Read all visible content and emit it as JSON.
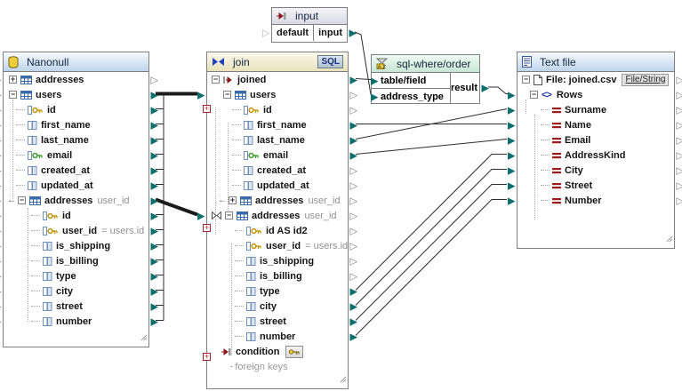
{
  "canvas": {
    "background": "#ffffff"
  },
  "colors": {
    "connector_connected": "#0d6e6e",
    "connector_free": "#7a7a7a",
    "line": "#2e2e2e",
    "header_database": "#bed5ec",
    "header_join": "#e9e3ba",
    "header_input": "#d8dae6",
    "header_sqlwhere": "#c7e8d5",
    "equals_icon": "#9b1b1b",
    "add_badge": "#a52424"
  },
  "input_component": {
    "title": "input",
    "default_label": "default",
    "output_label": "input"
  },
  "nanonull": {
    "title": "Nanonull",
    "rows": [
      {
        "label": "addresses"
      },
      {
        "label": "users"
      },
      {
        "label": "id"
      },
      {
        "label": "first_name"
      },
      {
        "label": "last_name"
      },
      {
        "label": "email"
      },
      {
        "label": "created_at"
      },
      {
        "label": "updated_at"
      },
      {
        "label": "addresses",
        "note": "user_id"
      },
      {
        "label": "id"
      },
      {
        "label": "user_id",
        "note": "= users.id"
      },
      {
        "label": "is_shipping"
      },
      {
        "label": "is_billing"
      },
      {
        "label": "type"
      },
      {
        "label": "city"
      },
      {
        "label": "street"
      },
      {
        "label": "number"
      }
    ]
  },
  "join": {
    "title": "join",
    "sql_badge": "SQL",
    "rows": [
      {
        "label": "joined"
      },
      {
        "label": "users"
      },
      {
        "label": "id"
      },
      {
        "label": "first_name"
      },
      {
        "label": "last_name"
      },
      {
        "label": "email"
      },
      {
        "label": "created_at"
      },
      {
        "label": "updated_at"
      },
      {
        "label": "addresses",
        "note": "user_id"
      },
      {
        "label": "addresses",
        "note": "user_id"
      },
      {
        "label": "id AS id2"
      },
      {
        "label": "user_id",
        "note": "= users.id"
      },
      {
        "label": "is_shipping"
      },
      {
        "label": "is_billing"
      },
      {
        "label": "type"
      },
      {
        "label": "city"
      },
      {
        "label": "street"
      },
      {
        "label": "number"
      },
      {
        "label": "condition"
      },
      {
        "label": "foreign keys"
      }
    ]
  },
  "sqlwhere": {
    "title": "sql-where/order",
    "input1": "table/field",
    "input2": "address_type",
    "output": "result"
  },
  "textfile": {
    "title": "Text file",
    "file_label": "File: joined.csv",
    "file_button": "File/String",
    "rows_label": "Rows",
    "fields": [
      {
        "label": "Surname"
      },
      {
        "label": "Name"
      },
      {
        "label": "Email"
      },
      {
        "label": "AddressKind"
      },
      {
        "label": "City"
      },
      {
        "label": "Street"
      },
      {
        "label": "Number"
      }
    ]
  },
  "connections": [
    {
      "from": "Nanonull.users",
      "to": "join.users",
      "type": "copy-all"
    },
    {
      "from": "Nanonull.addresses",
      "to": "join.addresses",
      "type": "copy-all"
    },
    {
      "from": "join.joined",
      "to": "sql-where/order.table/field",
      "type": "simple"
    },
    {
      "from": "input.input",
      "to": "sql-where/order.address_type",
      "type": "simple"
    },
    {
      "from": "sql-where/order.result",
      "to": "Text file.Rows",
      "type": "simple"
    },
    {
      "from": "join.first_name",
      "to": "Text file.Name",
      "type": "simple"
    },
    {
      "from": "join.last_name",
      "to": "Text file.Surname",
      "type": "simple"
    },
    {
      "from": "join.email",
      "to": "Text file.Email",
      "type": "simple"
    },
    {
      "from": "join.type",
      "to": "Text file.AddressKind",
      "type": "simple"
    },
    {
      "from": "join.city",
      "to": "Text file.City",
      "type": "simple"
    },
    {
      "from": "join.street",
      "to": "Text file.Street",
      "type": "simple"
    },
    {
      "from": "join.number",
      "to": "Text file.Number",
      "type": "simple"
    }
  ]
}
